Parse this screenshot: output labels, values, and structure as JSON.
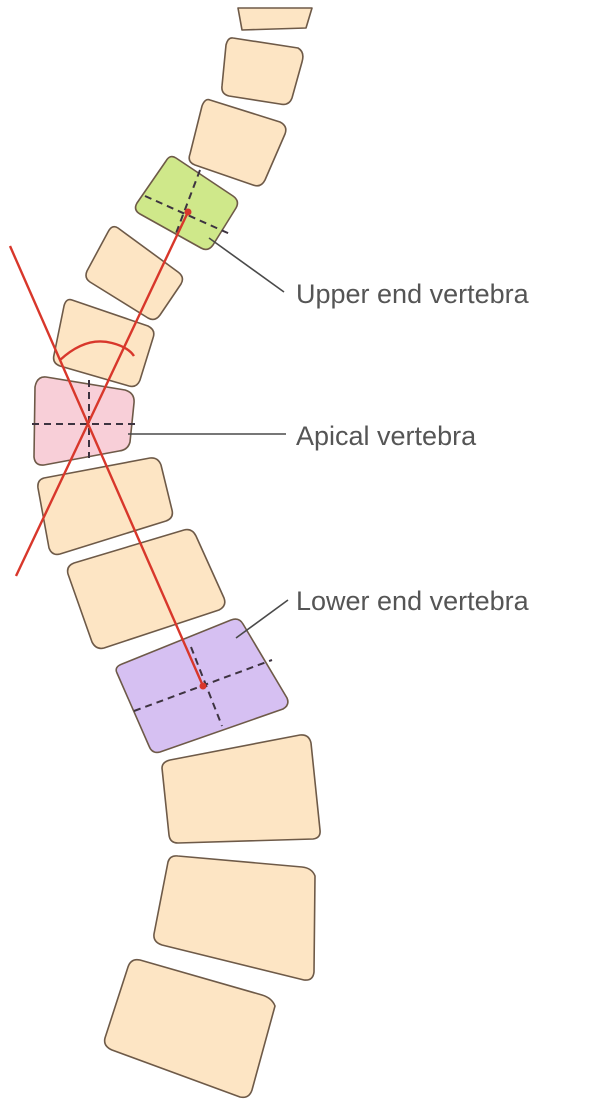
{
  "labels": {
    "upper": "Upper end vertebra",
    "apical": "Apical vertebra",
    "lower": "Lower end vertebra"
  },
  "colors": {
    "vertebra": "#fde5c4",
    "upper_end_vertebra": "#cfe88a",
    "apical_vertebra": "#f8cfd8",
    "lower_end_vertebra": "#d6c0f2",
    "cobb_lines": "#d8372b",
    "outline": "#6e5a48"
  }
}
